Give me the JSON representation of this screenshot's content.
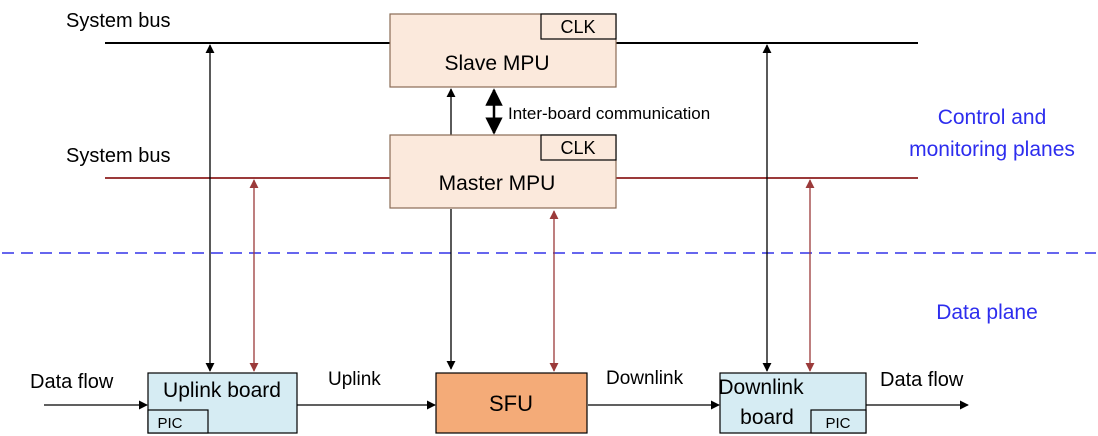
{
  "labels": {
    "system_bus_top": "System bus",
    "system_bus_mid": "System bus",
    "inter_board": "Inter-board communication",
    "control_planes_line1": "Control and",
    "control_planes_line2": "monitoring planes",
    "data_plane": "Data plane",
    "data_flow_left": "Data flow",
    "data_flow_right": "Data flow",
    "uplink": "Uplink",
    "downlink": "Downlink"
  },
  "boxes": {
    "slave_mpu": "Slave MPU",
    "slave_clk": "CLK",
    "master_mpu": "Master MPU",
    "master_clk": "CLK",
    "uplink_board": "Uplink board",
    "uplink_pic": "PIC",
    "sfu": "SFU",
    "downlink_board_line1": "Downlink",
    "downlink_board_line2": "board",
    "downlink_pic": "PIC"
  },
  "colors": {
    "mpu_fill": "#fbe9dc",
    "board_fill": "#d6ecf3",
    "sfu_fill": "#f4ab78",
    "bus_black": "#000000",
    "bus_red": "#9b3a3a",
    "divider_blue": "#6666ee",
    "plane_text_blue": "#2d2dee"
  }
}
